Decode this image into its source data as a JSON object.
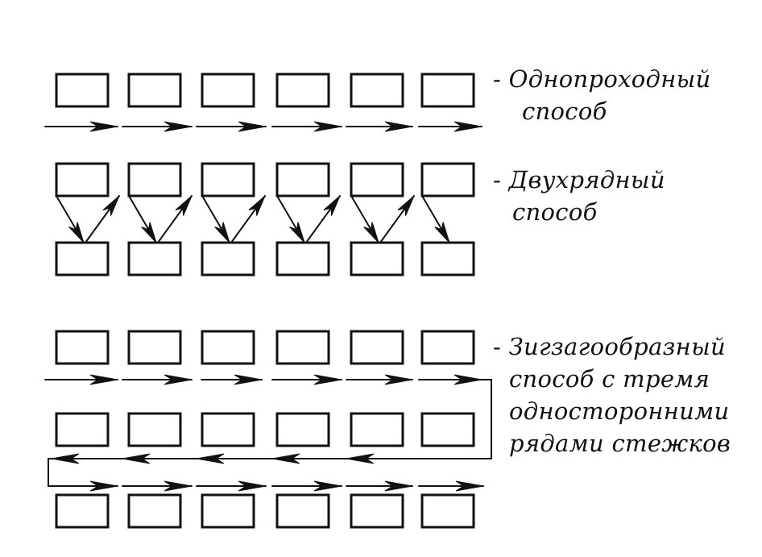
{
  "captions": {
    "single_pass": [
      "- Однопроходный",
      "способ"
    ],
    "double_row": [
      "- Двухрядный",
      "способ"
    ],
    "zigzag": [
      "- Зигзагообразный",
      "способ с тремя",
      "односторонними",
      "рядами стежков"
    ]
  },
  "diagram": {
    "stitch_columns": 6,
    "line_color": "#111111"
  }
}
